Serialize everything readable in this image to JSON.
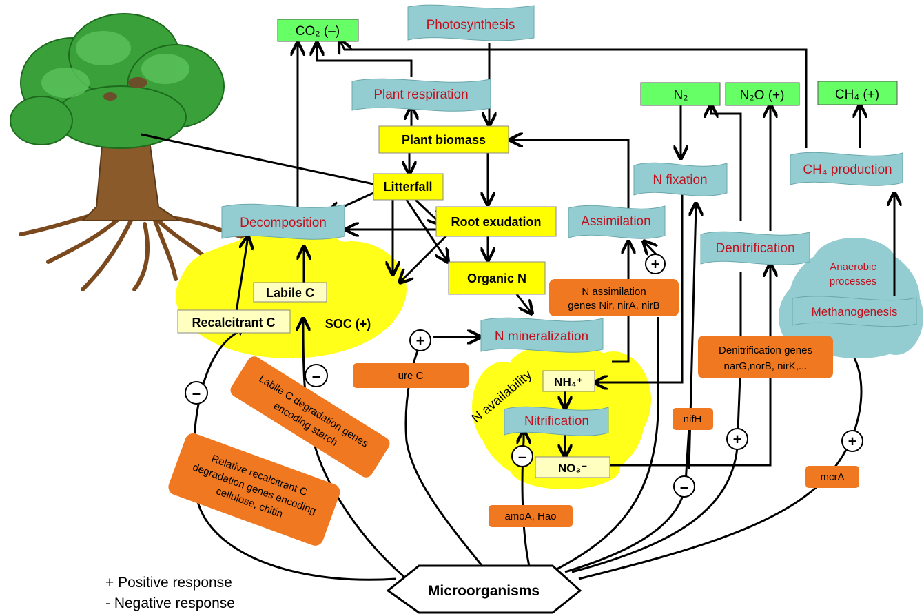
{
  "gases": {
    "co2": "CO₂ (–)",
    "n2": "N₂",
    "n2o": "N₂O (+)",
    "ch4": "CH₄ (+)"
  },
  "processes": {
    "photosynthesis": "Photosynthesis",
    "plant_respiration": "Plant respiration",
    "decomposition": "Decomposition",
    "assimilation": "Assimilation",
    "n_fixation": "N fixation",
    "denitrification": "Denitrification",
    "ch4_production": "CH₄ production",
    "n_mineralization": "N mineralization",
    "nitrification": "Nitrification",
    "methanogenesis": "Methanogenesis"
  },
  "pools": {
    "plant_biomass": "Plant biomass",
    "litterfall": "Litterfall",
    "root_exudation": "Root exudation",
    "organic_n": "Organic N",
    "labile_c": "Labile C",
    "recalcitrant_c": "Recalcitrant C",
    "nh4": "NH₄⁺",
    "no3": "NO₃⁻"
  },
  "clouds": {
    "soc": "SOC (+)",
    "n_availability": "N availability",
    "anaerobic_line1": "Anaerobic",
    "anaerobic_line2": "processes"
  },
  "genes": {
    "n_assimilation_line1": "N assimilation",
    "n_assimilation_line2": "genes Nir, nirA, nirB",
    "denitrification_line1": "Denitrification genes",
    "denitrification_line2": "narG,norB, nirK,...",
    "ure": "ure C",
    "labile_line1": "Labile C degradation genes",
    "labile_line2": "encoding starch",
    "recalcitrant_line1": "Relative recalcitrant C",
    "recalcitrant_line2": "degradation genes encoding",
    "recalcitrant_line3": "cellulose, chitin",
    "nifh": "nifH",
    "amoa": "amoA, Hao",
    "mcra": "mcrA"
  },
  "signs": {
    "plus": "+",
    "minus": "–"
  },
  "center": "Microorganisms",
  "legend": {
    "positive": "+ Positive response",
    "negative": "- Negative response"
  },
  "colors": {
    "gas_box": "#66ff66",
    "process_banner": "#93cdd1",
    "process_text": "#c0101e",
    "pool_box": "#ffff00",
    "pool_light": "#ffffc0",
    "cloud": "#ffff1a",
    "gene_box": "#f07820",
    "tree_leaf": "#3aa03a",
    "tree_trunk": "#8b5a2b"
  }
}
